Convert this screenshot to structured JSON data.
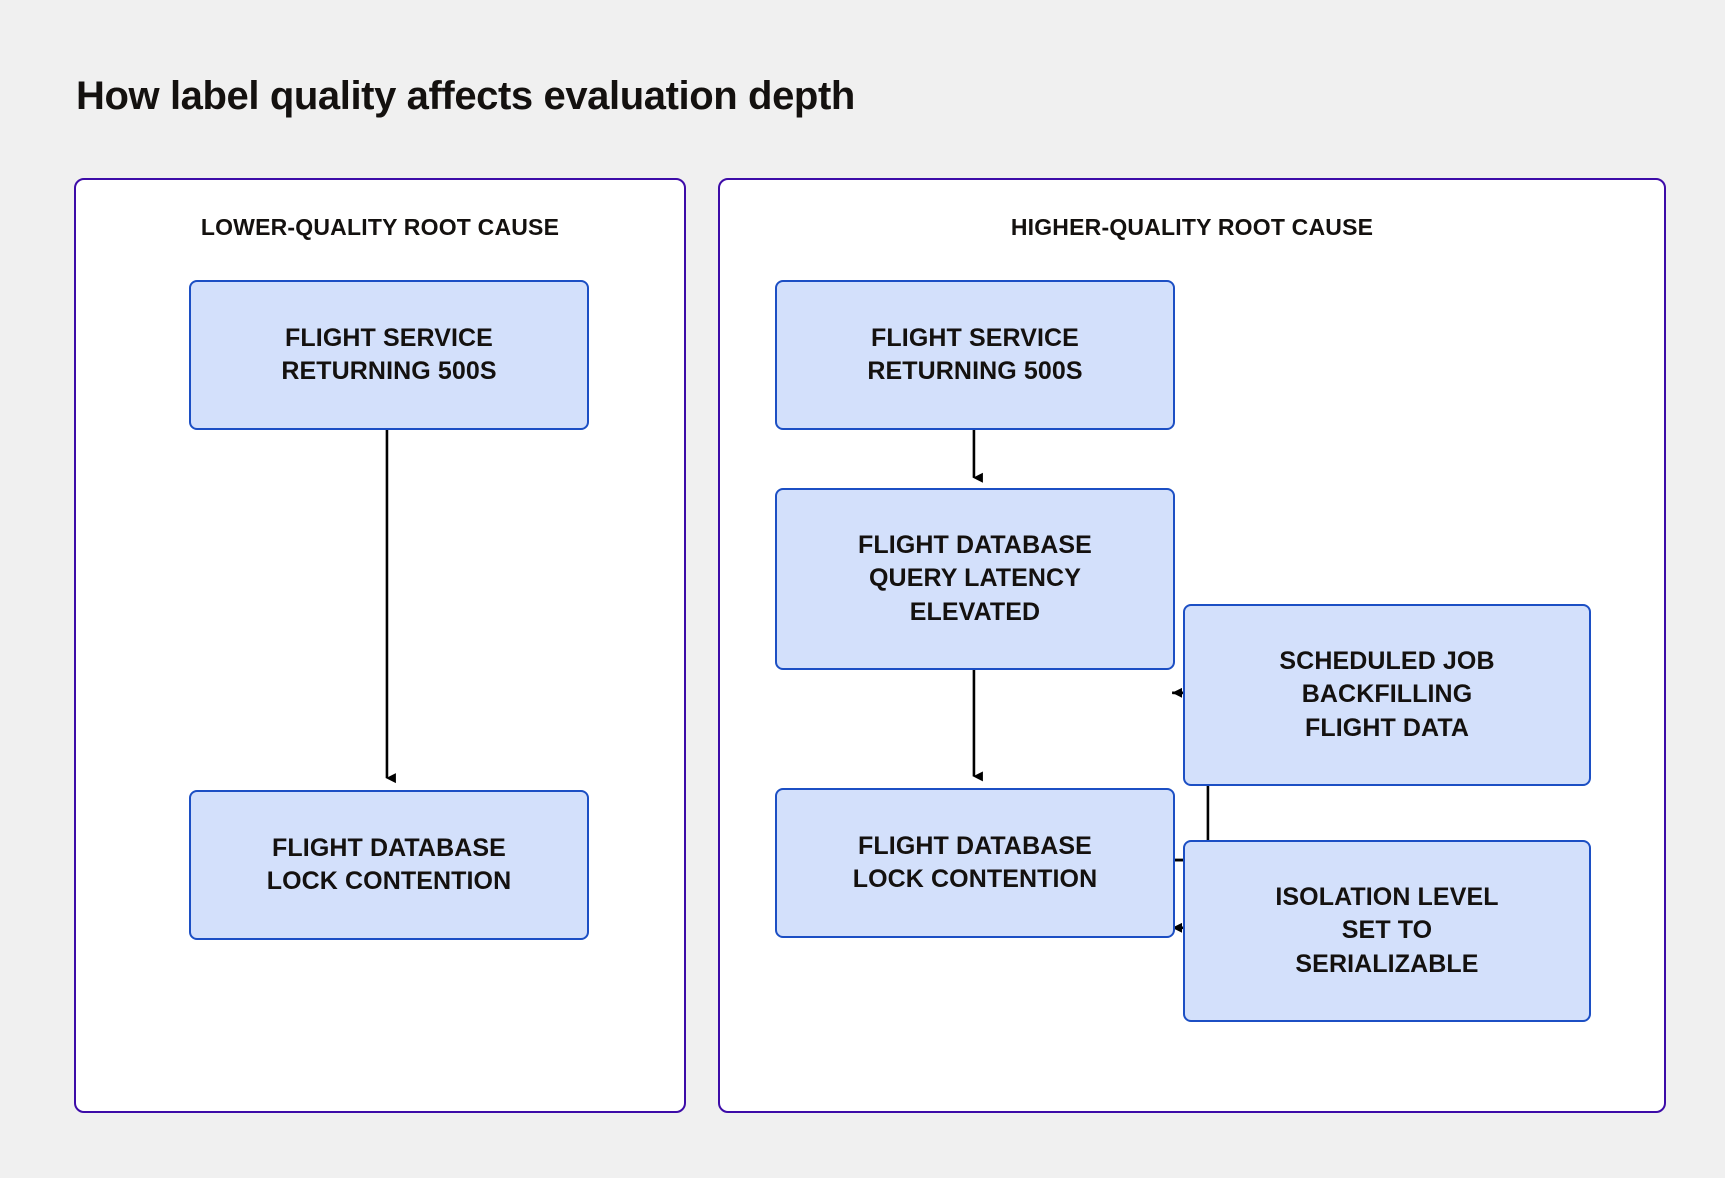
{
  "title": "How label quality affects evaluation depth",
  "colors": {
    "background": "#f0f0f0",
    "panel_border": "#3d0ca8",
    "panel_fill": "#ffffff",
    "node_fill": "#d3e0fb",
    "node_border": "#1c4fc4",
    "connector": "#000000",
    "text": "#14110f"
  },
  "panels": [
    {
      "id": "lower-quality",
      "heading": "LOWER-QUALITY ROOT CAUSE",
      "nodes": [
        {
          "id": "l-top",
          "lines": [
            "FLIGHT SERVICE",
            "RETURNING 500S"
          ]
        },
        {
          "id": "l-bottom",
          "lines": [
            "FLIGHT DATABASE",
            "LOCK CONTENTION"
          ]
        }
      ],
      "edges": [
        {
          "from": "l-top",
          "to": "l-bottom",
          "style": "straight-down-arrow"
        }
      ]
    },
    {
      "id": "higher-quality",
      "heading": "HIGHER-QUALITY ROOT CAUSE",
      "nodes": [
        {
          "id": "r-top",
          "lines": [
            "FLIGHT SERVICE",
            "RETURNING 500S"
          ]
        },
        {
          "id": "r-mid",
          "lines": [
            "FLIGHT DATABASE",
            "QUERY LATENCY",
            "ELEVATED"
          ]
        },
        {
          "id": "r-bottom",
          "lines": [
            "FLIGHT DATABASE",
            "LOCK CONTENTION"
          ]
        },
        {
          "id": "r-branch1",
          "lines": [
            "SCHEDULED JOB",
            "BACKFILLING",
            "FLIGHT DATA"
          ]
        },
        {
          "id": "r-branch2",
          "lines": [
            "ISOLATION LEVEL",
            "SET TO",
            "SERIALIZABLE"
          ]
        }
      ],
      "edges": [
        {
          "from": "r-top",
          "to": "r-mid",
          "style": "straight-down-arrow"
        },
        {
          "from": "r-mid",
          "to": "r-bottom",
          "style": "straight-down-arrow"
        },
        {
          "from": "r-bottom",
          "to": "r-branch1",
          "style": "elbow-up-right-arrow"
        },
        {
          "from": "r-bottom",
          "to": "r-branch2",
          "style": "elbow-down-right-arrow"
        }
      ]
    }
  ]
}
